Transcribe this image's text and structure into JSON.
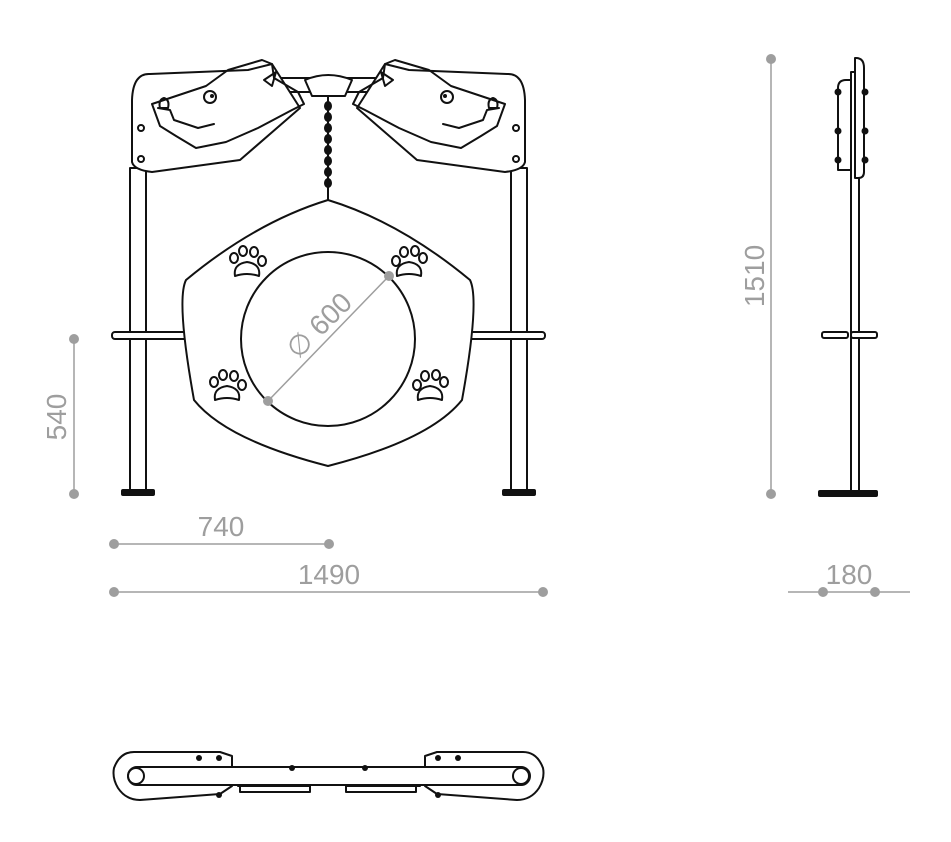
{
  "dimensions": {
    "height_total": "1510",
    "height_grip": "540",
    "half_width": "740",
    "total_width": "1490",
    "hole_diameter": "600",
    "depth": "180"
  },
  "colors": {
    "line": "#111111",
    "dimension": "#9e9e9e",
    "background": "#ffffff"
  }
}
